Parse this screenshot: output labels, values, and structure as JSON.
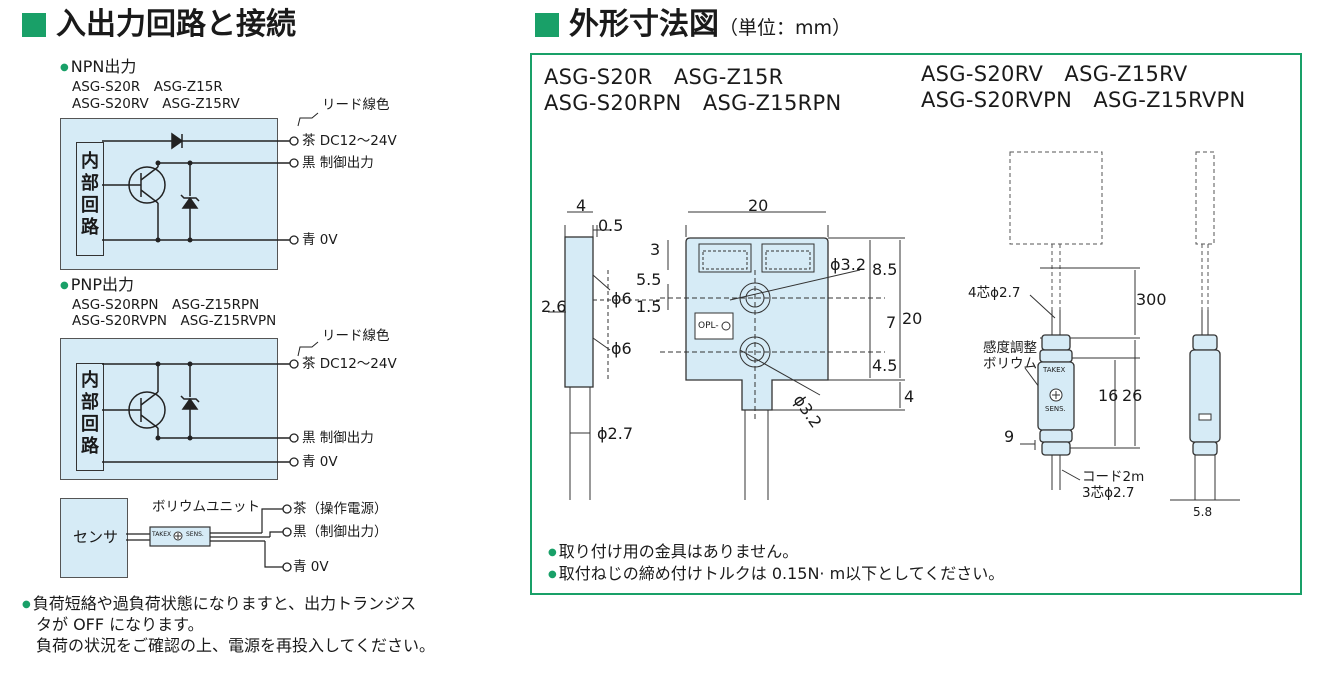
{
  "left": {
    "title": "入出力回路と接続",
    "npn": {
      "heading": "NPN出力",
      "models_1": "ASG-S20R　ASG-Z15R",
      "models_2": "ASG-S20RV　ASG-Z15RV",
      "lead_label": "リード線色",
      "inner": [
        "内",
        "部",
        "回",
        "路"
      ],
      "wire_brown": "茶 DC12～24V",
      "wire_black": "黒 制御出力",
      "wire_blue": "青 0V"
    },
    "pnp": {
      "heading": "PNP出力",
      "models_1": "ASG-S20RPN　ASG-Z15RPN",
      "models_2": "ASG-S20RVPN　ASG-Z15RVPN",
      "lead_label": "リード線色",
      "inner": [
        "内",
        "部",
        "回",
        "路"
      ],
      "wire_brown": "茶 DC12～24V",
      "wire_black": "黒 制御出力",
      "wire_blue": "青 0V"
    },
    "volume_unit": {
      "label": "ボリウムユニット",
      "sensor": "センサ",
      "unit_text_1": "TAKEX",
      "unit_text_2": "SENS.",
      "wire_brown": "茶（操作電源）",
      "wire_black": "黒（制御出力）",
      "wire_blue": "青 0V"
    },
    "note_1": "負荷短絡や過負荷状態になりますと、出力トランジス",
    "note_2": "タが OFF になります。",
    "note_3": "負荷の状況をご確認の上、電源を再投入してください。"
  },
  "right": {
    "title": "外形寸法図",
    "unit": "（単位：mm）",
    "models_left_1": "ASG-S20R　ASG-Z15R",
    "models_left_2": "ASG-S20RPN　ASG-Z15RPN",
    "models_right_1": "ASG-S20RV　ASG-Z15RV",
    "models_right_2": "ASG-S20RVPN　ASG-Z15RVPN",
    "dims": {
      "d4": "4",
      "d05": "0.5",
      "d26": "2.6",
      "d27": "ϕ2.7",
      "d20": "20",
      "d3": "3",
      "d55": "5.5",
      "d15": "1.5",
      "d6a": "ϕ6",
      "d6b": "ϕ6",
      "d32a": "ϕ3.2",
      "d32b": "ϕ3.2",
      "d85": "8.5",
      "d7": "7",
      "d20v": "20",
      "d45": "4.5",
      "d4b": "4",
      "opl": "OPL-",
      "cable_core": "4芯ϕ2.7",
      "d300": "300",
      "vol_1": "感度調整",
      "vol_2": "ボリウム",
      "takex": "TAKEX",
      "sens": "SENS.",
      "d16": "16",
      "d26v": "26",
      "d9": "9",
      "cord_1": "コード2m",
      "cord_2": "3芯ϕ2.7",
      "d58": "5.8"
    },
    "note_1": "取り付け用の金具はありません。",
    "note_2": "取付ねじの締め付けトルクは 0.15N· m以下としてください。"
  }
}
